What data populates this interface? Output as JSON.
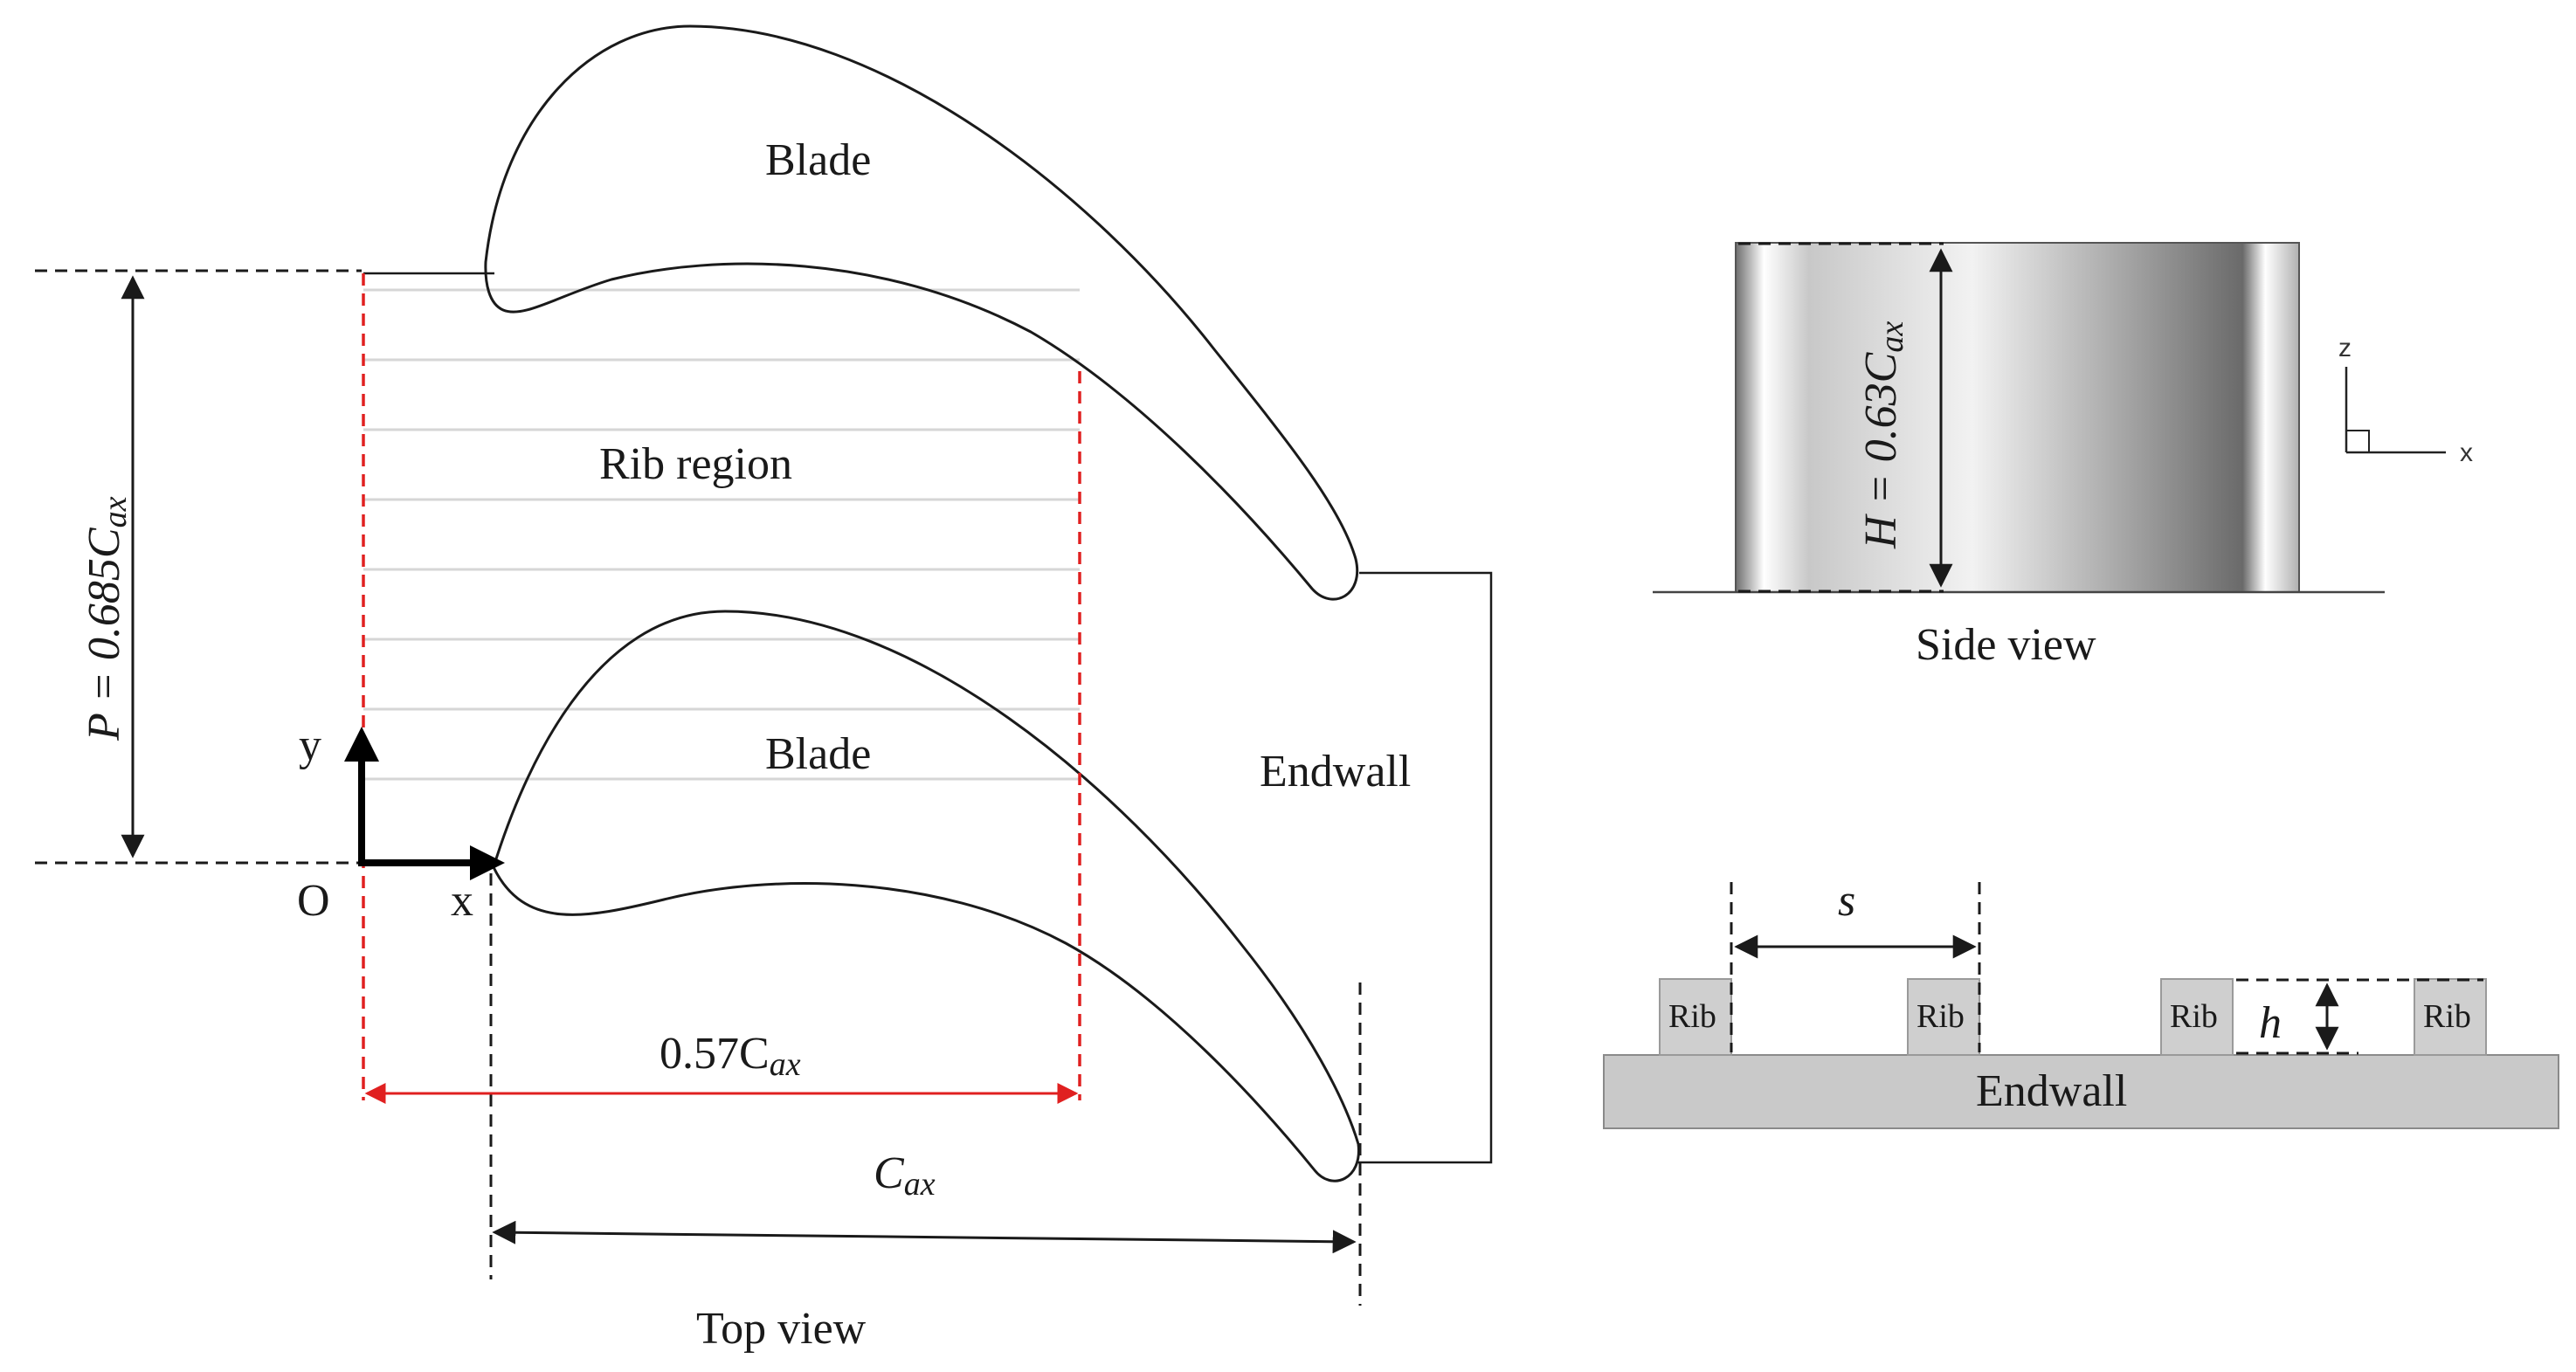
{
  "top_view": {
    "blade_upper": "Blade",
    "blade_lower": "Blade",
    "rib_region": "Rib region",
    "endwall": "Endwall",
    "axis_y": "y",
    "axis_x": "x",
    "origin": "O",
    "pitch_label": "P = 0.685C",
    "pitch_sub": "ax",
    "rib_extent_label": "0.57C",
    "rib_extent_sub": "ax",
    "chord_label": "C",
    "chord_sub": "ax",
    "caption": "Top view"
  },
  "side_view": {
    "height_label": "H = 0.63C",
    "height_sub": "ax",
    "axis_z": "z",
    "axis_x": "x",
    "caption": "Side view"
  },
  "rib_detail": {
    "rib_labels": [
      "Rib",
      "Rib",
      "Rib",
      "Rib"
    ],
    "spacing_label": "s",
    "height_label": "h",
    "endwall": "Endwall"
  }
}
